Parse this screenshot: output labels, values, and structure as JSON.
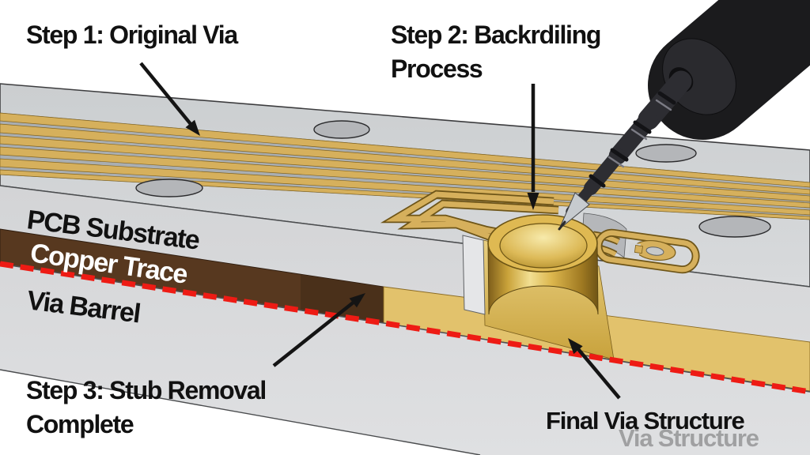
{
  "diagram": {
    "title_context": "PCB backdrilling process illustration",
    "labels": {
      "step1": "Step 1: Original Via",
      "step2_line1": "Step 2: Backrdiling",
      "step2_line2": "Process",
      "layer_substrate": "PCB Substrate",
      "layer_copper": "Copper Trace",
      "layer_via_barrel": "Via Barrel",
      "step3_line1": "Step 3: Stub Removal",
      "step3_line2": "Complete",
      "final_via": "Final Via Structure",
      "final_via_ghost": "Via Structure"
    },
    "colors": {
      "background": "#ffffff",
      "substrate_top": "#d2d4d6",
      "substrate_front": "#d8d9db",
      "trace_gold": "#d6b05c",
      "trace_outline": "#6e5518",
      "copper_plane_gold": "#e2c26c",
      "stub_brown": "#57381f",
      "backdrill_line_red": "#ee1b14",
      "drill_body_black": "#1b1b1d",
      "drill_bit_gray": "#2d2d32",
      "drill_tip_silver": "#c7cbcf",
      "via_barrel_gold": "#dfb952",
      "hole_gray": "#b4b6b9",
      "label_black": "#111111",
      "label_white": "#ffffff"
    }
  }
}
